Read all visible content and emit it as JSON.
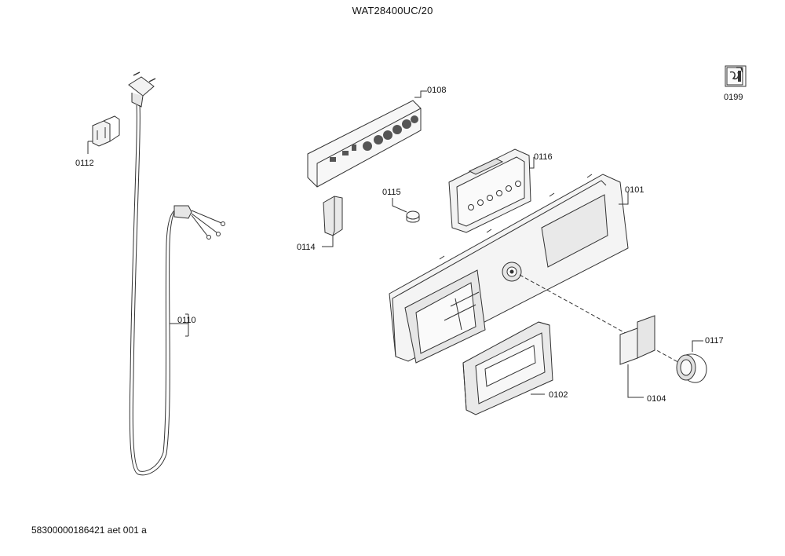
{
  "header": {
    "model": "WAT28400UC/20"
  },
  "footer": {
    "doc_code": "58300000186421 aet 001 a"
  },
  "parts": {
    "p0101": "0101",
    "p0102": "0102",
    "p0104": "0104",
    "p0108": "0108",
    "p0110": "0110",
    "p0112": "0112",
    "p0114": "0114",
    "p0115": "0115",
    "p0116": "0116",
    "p0117": "0117",
    "p0199": "0199"
  },
  "icons": {
    "service": "wrench-manual-icon"
  },
  "colors": {
    "line": "#333333",
    "fill_light": "#f2f2f2",
    "fill_mid": "#d9d9d9",
    "fill_dark": "#8c8c8c"
  }
}
